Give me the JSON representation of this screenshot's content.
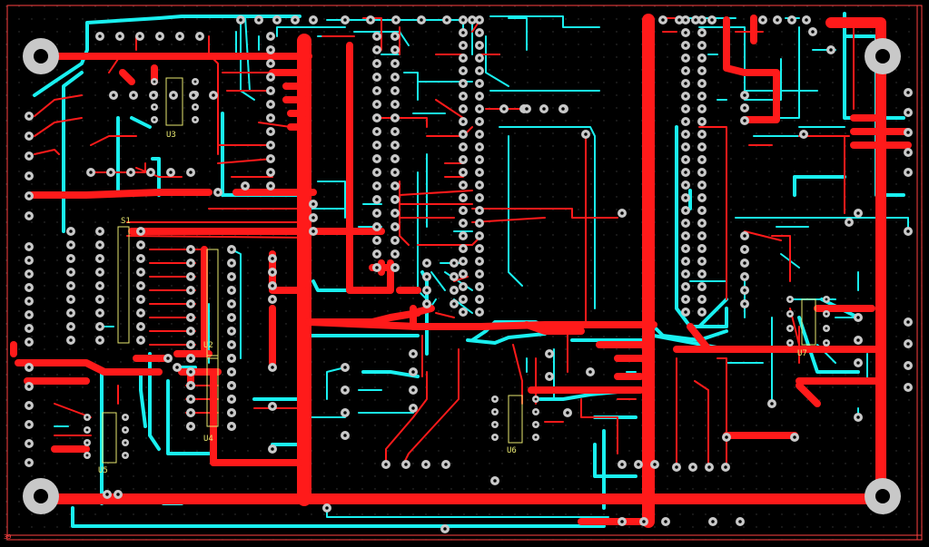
{
  "board": {
    "background": "#000000",
    "outline_color": "#ff4040",
    "top_trace_color": "#ff1a1a",
    "bottom_trace_color": "#19f0f0",
    "pad_color": "#c8c8c8",
    "silkscreen_color": "#e8e870",
    "grid_dot_color": "#3a3a3a"
  },
  "components": [
    {
      "ref": "U3"
    },
    {
      "ref": "S1"
    },
    {
      "ref": "U2"
    },
    {
      "ref": "U4"
    },
    {
      "ref": "U5"
    },
    {
      "ref": "U6"
    },
    {
      "ref": "U7"
    }
  ],
  "corner_label": "39"
}
